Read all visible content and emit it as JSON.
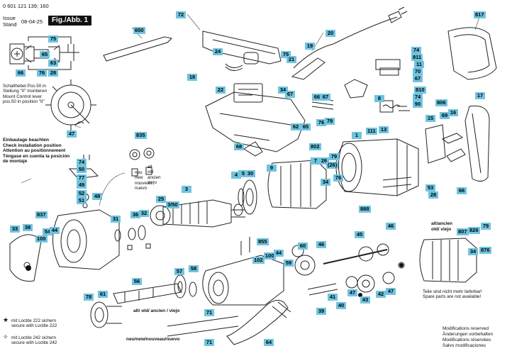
{
  "header": {
    "doc_number": "0 601 121 139; 160",
    "issue_label": "Issue",
    "stand_label": "Stand",
    "issue_date": "08-04-25",
    "figure_badge": "Fig./Abb. 1"
  },
  "notes": {
    "switch_lever": "Schalthebel Pos.50 in\nStellung \"II\" montieren\nMount Control lever\npos.50 in position \"II\"",
    "installation": "Einbaulage beachten\nCheck installation position\nAttention au positionnement\nTéngase en cuenta la posición\nde montaje",
    "old_new_labels": "neu\nnew\nnouveau\nnuevo",
    "old_labels": "alt\nold\nancien\nviejo",
    "alt_old_header": "alt/ancien\nold/ viejo",
    "not_available": "Teile sind nicht mehr lieferbar!\nSpare parts are not available!",
    "alt_old_bottom": "alt/ old/ ancien / viejo",
    "neu_new_bottom": "neu/new/nouveau/nuevo"
  },
  "legend": {
    "star_label": "★",
    "star_text": "mit Loctite 222 sichern\nsecure with Loctite 222",
    "hollow_star_label": "✧",
    "hollow_star_text": "mit Loctite 242 sichern\nsecure with Loctite 242"
  },
  "footer": {
    "modifications": "Modifications reserved\nÄnderungen vorbehalten\nModifications réservées\nSalvo modificaciones"
  },
  "callouts": {
    "c650": "650",
    "c72": "72",
    "c20": "20",
    "c817": "817",
    "c24": "24",
    "c75": "75",
    "c21": "21",
    "c19": "19",
    "c74a": "74",
    "c811": "811",
    "c11": "11",
    "c18": "18",
    "c22": "22",
    "c34": "34",
    "c67a": "67",
    "c70": "70",
    "c67b": "67",
    "c810": "810",
    "c8": "8",
    "c74b": "74",
    "c90": "90",
    "c806": "806",
    "c17": "17",
    "c66": "66",
    "c67c": "67",
    "c62": "62",
    "c65": "65",
    "c76": "76",
    "c79": "79",
    "c68": "68",
    "c69": "69",
    "c16": "16",
    "c15": "15",
    "c1": "1",
    "c111": "111",
    "c13": "13",
    "c835": "835",
    "c74c": "74",
    "c50": "50",
    "c77": "77",
    "c49": "49",
    "c52": "52",
    "c51": "51",
    "c48": "48",
    "c47a": "47",
    "c802": "802",
    "c7": "7",
    "c26a": "26",
    "c79b": "79",
    "c26b": "(26)",
    "c9": "9",
    "c4": "4",
    "c5": "5",
    "c30": "30",
    "c3": "3",
    "c25": "25",
    "c350": "3/50",
    "c76b": "76",
    "c53": "53",
    "c28": "28",
    "c66b": "66",
    "c888": "888",
    "c34b": "34",
    "c837": "837",
    "c33": "33",
    "c38": "38",
    "c54": "54",
    "c44a": "44",
    "c100a": "100",
    "c31": "31",
    "c36": "36",
    "c32": "32",
    "c45": "45",
    "c46a": "46",
    "c807": "807",
    "c826": "826",
    "c79c": "79",
    "c855": "855",
    "c102": "102",
    "c100b": "100",
    "c44b": "44",
    "c60": "60",
    "c46b": "46",
    "c59": "59",
    "c34c": "34",
    "c876": "876",
    "c57": "57",
    "c58": "58",
    "c56": "56",
    "c78": "78",
    "c61": "61",
    "c41": "41",
    "c40": "40",
    "c39": "39",
    "c47b": "47",
    "c43": "43",
    "c42": "42",
    "c47c": "47",
    "c71a": "71",
    "c71b": "71",
    "c64": "64",
    "c66_top": "66",
    "c67_top": "67",
    "c7x": "74",
    "wiring_labels": [
      "75",
      "65",
      "63",
      "66",
      "76",
      "28"
    ]
  }
}
